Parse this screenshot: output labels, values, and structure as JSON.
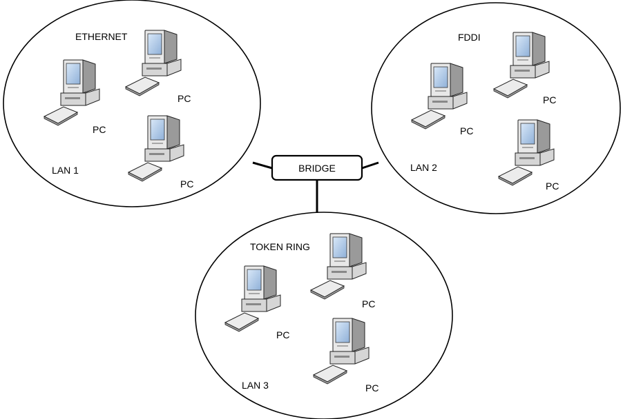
{
  "lans": [
    {
      "name": "LAN 1",
      "type": "ETHERNET",
      "pcs": [
        "PC",
        "PC",
        "PC"
      ]
    },
    {
      "name": "LAN 2",
      "type": "FDDI",
      "pcs": [
        "PC",
        "PC",
        "PC"
      ]
    },
    {
      "name": "LAN 3",
      "type": "TOKEN RING",
      "pcs": [
        "PC",
        "PC",
        "PC"
      ]
    }
  ],
  "bridge": {
    "label": "BRIDGE"
  },
  "connections": [
    {
      "from": "BRIDGE",
      "to": "LAN 1"
    },
    {
      "from": "BRIDGE",
      "to": "LAN 2"
    },
    {
      "from": "BRIDGE",
      "to": "LAN 3"
    }
  ],
  "icons": {
    "computer": "desktop-pc-icon"
  },
  "colors": {
    "line": "#000000",
    "background": "#ffffff",
    "screen": "#a8c4e6",
    "body": "#e4e4e4"
  }
}
